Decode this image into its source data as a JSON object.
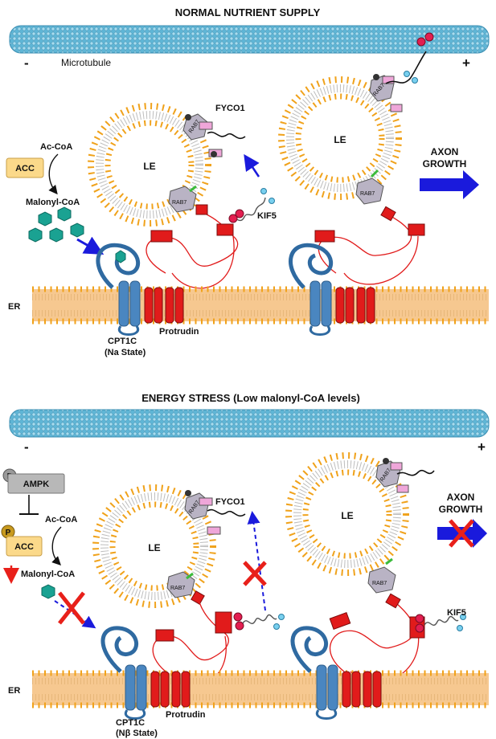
{
  "top_panel": {
    "title": "NORMAL NUTRIENT SUPPLY",
    "microtubule_label": "Microtubule",
    "minus": "-",
    "plus": "+",
    "acc": "ACC",
    "ac_coa": "Ac-CoA",
    "malonyl_coa": "Malonyl-CoA",
    "le_left": "LE",
    "le_right": "LE",
    "fyco1": "FYCO1",
    "kif5": "KIF5",
    "rab7": "RAB7",
    "er": "ER",
    "cpt1c": "CPT1C",
    "cpt1c_state": "(Na State)",
    "protrudin": "Protrudin",
    "axon_line1": "AXON",
    "axon_line2": "GROWTH"
  },
  "bottom_panel": {
    "title": "ENERGY STRESS (Low malonyl-CoA levels)",
    "minus": "-",
    "plus": "+",
    "ampk": "AMPK",
    "phospho": "P",
    "acc": "ACC",
    "ac_coa": "Ac-CoA",
    "malonyl_coa": "Malonyl-CoA",
    "le_left": "LE",
    "le_right": "LE",
    "fyco1": "FYCO1",
    "kif5": "KIF5",
    "rab7": "RAB7",
    "er": "ER",
    "cpt1c": "CPT1C",
    "cpt1c_state": "(Nβ State)",
    "protrudin": "Protrudin",
    "axon_line1": "AXON",
    "axon_line2": "GROWTH"
  },
  "colors": {
    "microtubule": "#5fb6d6",
    "lipid_head": "#f0a21b",
    "er_fill": "#f6c890",
    "acc_fill": "#fbd98a",
    "protrudin_red": "#e11b1b",
    "cpt1c_blue": "#4a86c0",
    "rab7_gray": "#b9b3c4",
    "malonyl_teal": "#1aa292",
    "arrow_blue": "#1a1adc",
    "block_red": "#e8201a",
    "ampk_gray": "#b8b8b8"
  }
}
